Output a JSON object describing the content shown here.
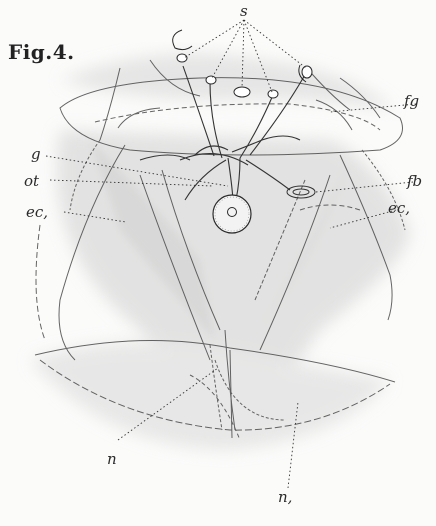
{
  "title": "Fig.4.",
  "labels": {
    "s": "s",
    "fg": "fg",
    "g": "g",
    "ot": "ot",
    "fb": "fb",
    "ec1_left": "ec,",
    "ec1_right": "ec,",
    "n": "n",
    "n1": "n,"
  },
  "colors": {
    "ink": "#2a2a2a",
    "shade": "#d9d9d9",
    "paper": "#fbfbfa"
  }
}
